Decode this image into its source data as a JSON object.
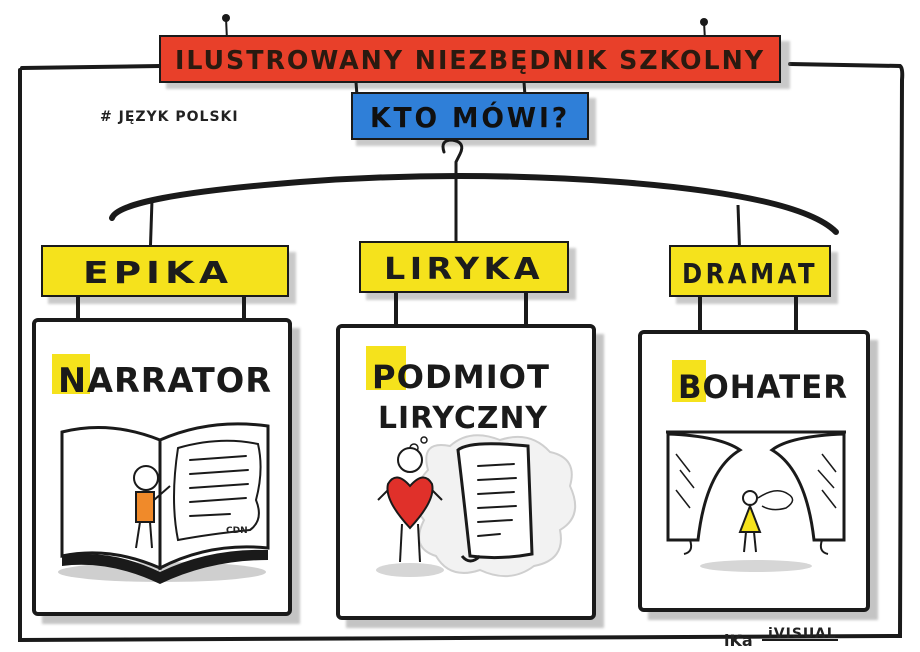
{
  "title": "ILUSTROWANY NIEZBĘDNIK SZKOLNY",
  "subject_tag": "# JĘZYK POLSKI",
  "question": "KTO MÓWI?",
  "branches": [
    {
      "genre": "EPIKA",
      "speaker": "NARRATOR",
      "speaker_line2": ""
    },
    {
      "genre": "LIRYKA",
      "speaker": "PODMIOT",
      "speaker_line2": "LIRYCZNY"
    },
    {
      "genre": "DRAMAT",
      "speaker": "BOHATER",
      "speaker_line2": ""
    }
  ],
  "book_signature": "CDN",
  "author": "iKa",
  "author_brand": "iVISUAL",
  "colors": {
    "title_banner": "#e8402a",
    "question_banner": "#2f7fd8",
    "genre_banner": "#f5e21c",
    "ink": "#1a1a1a",
    "highlight": "#f5e21c",
    "heart": "#e0302a",
    "shadow": "#cfcfcf"
  }
}
